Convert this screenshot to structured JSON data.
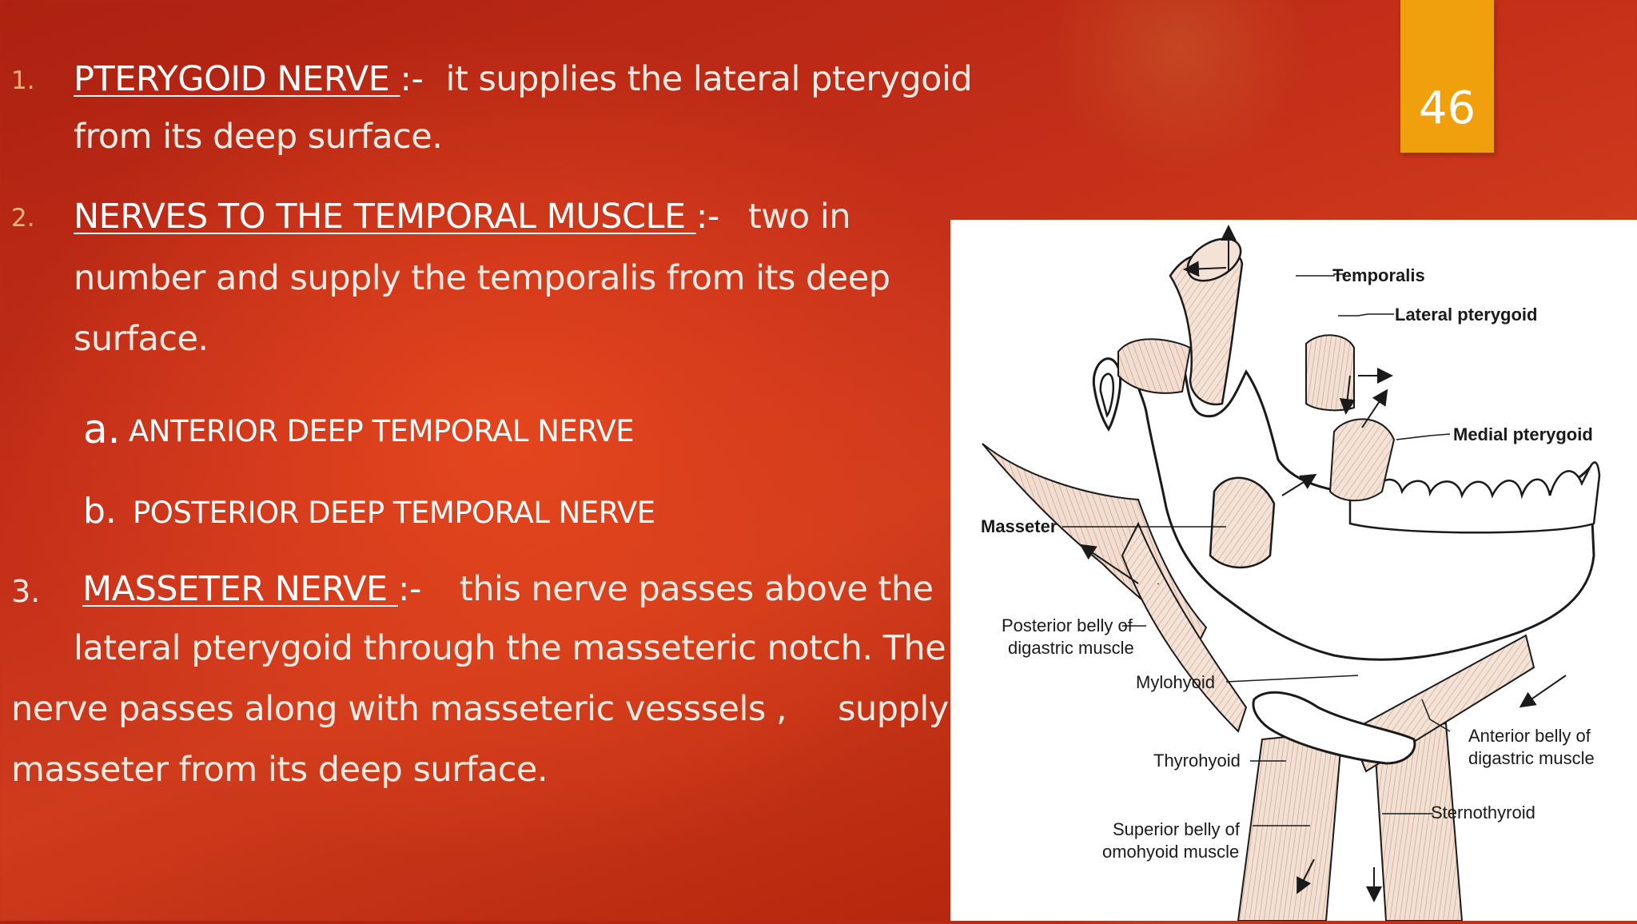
{
  "slide": {
    "page_number": "46",
    "items": [
      {
        "num": "1.",
        "heading": "PTERYGOID NERVE ",
        "sep": ":-",
        "lines": [
          "it supplies the lateral pterygoid",
          "from its deep surface."
        ]
      },
      {
        "num": "2.",
        "heading": "NERVES TO THE TEMPORAL MUSCLE ",
        "sep": ":-",
        "lines": [
          "two in",
          "number and supply the temporalis from its deep",
          "surface."
        ]
      },
      {
        "num": "3.",
        "heading": "MASSETER NERVE ",
        "sep": ":-",
        "lines": [
          "this nerve passes above the",
          "lateral pterygoid through the masseteric notch.  The",
          "nerve passes along with masseteric vesssels ,",
          "supply the",
          "masseter from its deep surface."
        ]
      }
    ],
    "subitems": [
      {
        "letter": "a.",
        "text": "ANTERIOR DEEP TEMPORAL NERVE"
      },
      {
        "letter": "b.",
        "text": "POSTERIOR DEEP TEMPORAL NERVE"
      }
    ]
  },
  "figure": {
    "labels": {
      "temporalis": "Temporalis",
      "lateral_pterygoid": "Lateral pterygoid",
      "medial_pterygoid": "Medial pterygoid",
      "masseter": "Masseter",
      "posterior_belly_1": "Posterior belly of",
      "posterior_belly_2": "digastric muscle",
      "mylohyoid": "Mylohyoid",
      "anterior_belly_1": "Anterior belly of",
      "anterior_belly_2": "digastric muscle",
      "thyrohyoid": "Thyrohyoid",
      "sternothyroid": "Sternothyroid",
      "superior_belly_1": "Superior belly of",
      "superior_belly_2": "omohyoid muscle"
    }
  }
}
